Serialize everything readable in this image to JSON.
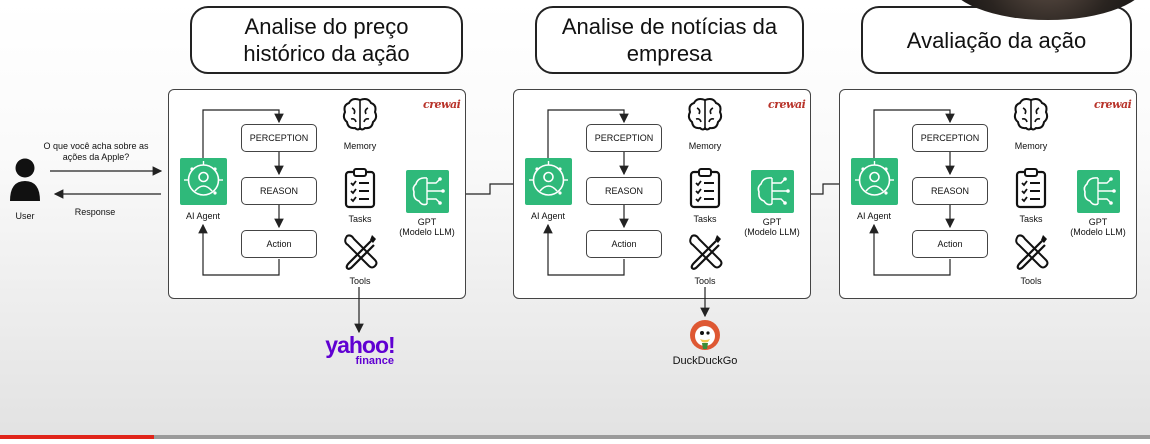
{
  "stages": [
    {
      "title": "Analise do preço histórico da ação"
    },
    {
      "title": "Analise de notícias da empresa"
    },
    {
      "title": "Avaliação da ação"
    }
  ],
  "panel": {
    "logo": "crewai",
    "steps": [
      "PERCEPTION",
      "REASON",
      "Action"
    ],
    "agent_label": "AI Agent",
    "memory_label": "Memory",
    "tasks_label": "Tasks",
    "tools_label": "Tools",
    "gpt_label": "GPT",
    "gpt_sub": "(Modelo LLM)"
  },
  "user": {
    "label": "User",
    "question": "O que você acha sobre as ações da Apple?",
    "response": "Response"
  },
  "tools": {
    "yahoo_brand": "yahoo!",
    "yahoo_sub": "finance",
    "duck_brand": "DuckDuckGo"
  },
  "colors": {
    "agent_green": "#2fb97a",
    "crew_red": "#b8332a",
    "yahoo_purple": "#6001d2",
    "duck_orange": "#de5833"
  },
  "icons": [
    "user-icon",
    "ai-agent-icon",
    "brain-icon",
    "clipboard-icon",
    "tools-icon",
    "gpt-icon",
    "duckduckgo-icon"
  ]
}
